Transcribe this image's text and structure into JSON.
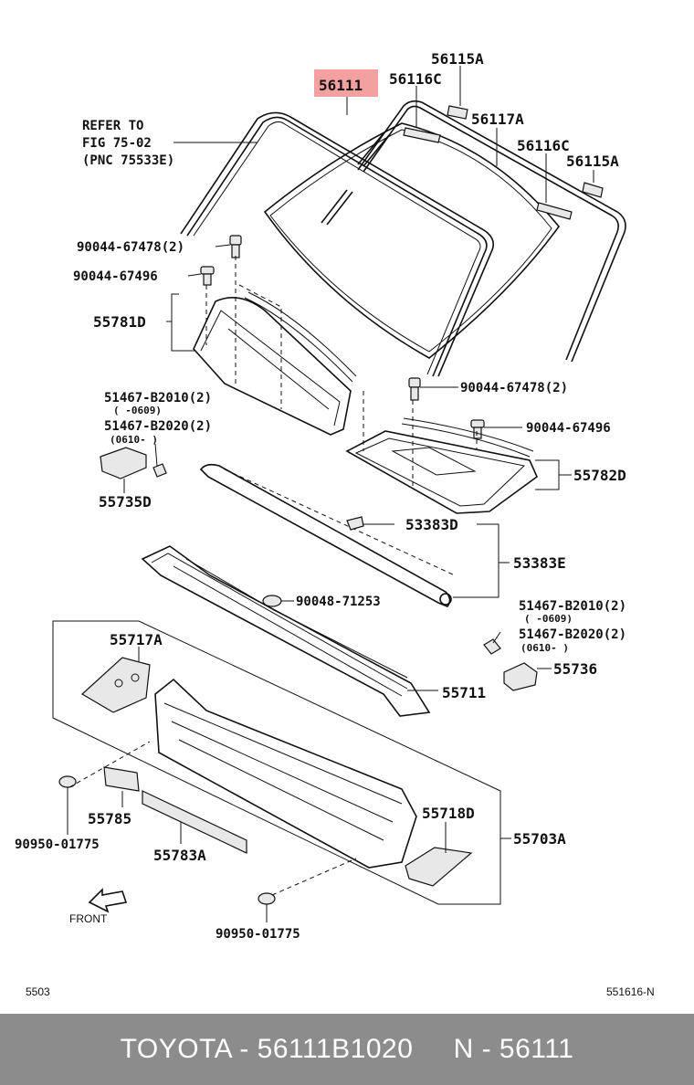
{
  "highlight_color": "#f2a0a0",
  "footer_color": "#8c8c8c",
  "labels": {
    "p56111": "56111",
    "p56115A_top": "56115A",
    "p56116C_top": "56116C",
    "p56117A": "56117A",
    "p56116C_right": "56116C",
    "p56115A_right": "56115A",
    "refer1": "REFER TO",
    "refer2": "FIG 75-02",
    "refer3": "(PNC 75533E)",
    "c67478_left": "90044-67478(2)",
    "c67496_left": "90044-67496",
    "p55781D": "55781D",
    "c67478_right": "90044-67478(2)",
    "c67496_right": "90044-67496",
    "b2010_left": "51467-B2010(2)",
    "b2010_left_sub": "(     -0609)",
    "b2020_left": "51467-B2020(2)",
    "b2020_left_sub": "(0610-      )",
    "p55735D": "55735D",
    "p55782D": "55782D",
    "p53383D": "53383D",
    "p53383E": "53383E",
    "c71253": "90048-71253",
    "b2010_right": "51467-B2010(2)",
    "b2010_right_sub": "(     -0609)",
    "b2020_right": "51467-B2020(2)",
    "b2020_right_sub": "(0610-      )",
    "p55736": "55736",
    "p55717A": "55717A",
    "p55711": "55711",
    "p55785": "55785",
    "p55718D": "55718D",
    "p55703A": "55703A",
    "p55783A": "55783A",
    "c01775_left": "90950-01775",
    "c01775_bottom": "90950-01775",
    "front": "FRONT",
    "page_left": "5503",
    "page_right": "551616-N"
  },
  "footer": {
    "text": "TOYOTA - 56111B1020     N - 56111"
  }
}
